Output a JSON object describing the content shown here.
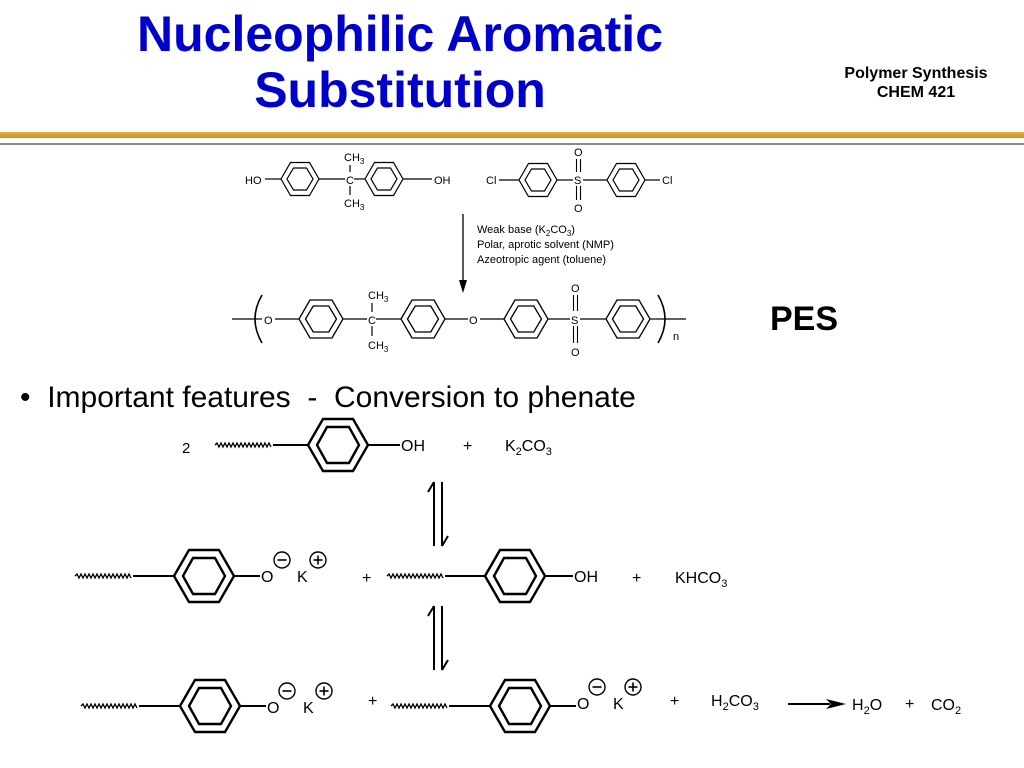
{
  "title_line1": "Nucleophilic Aromatic",
  "title_line2": "Substitution",
  "course_line1": "Polymer Synthesis",
  "course_line2": "CHEM 421",
  "bullet_symbol": "•",
  "bullet_text": "Important features  -  Conversion to phenate",
  "labels": {
    "ho": "HO",
    "oh": "OH",
    "c": "C",
    "ch": "CH",
    "sub3": "3",
    "cl": "Cl",
    "s": "S",
    "o": "O",
    "n": "n",
    "pes": "PES",
    "k": "K",
    "two": "2",
    "plus": "+",
    "khco": "KHCO",
    "k2co3_k": "K",
    "k2co3_co": "CO",
    "sub2": "2",
    "h": "H",
    "co": "CO"
  },
  "conditions": {
    "line1_pre": "Weak base (K",
    "line1_mid": "CO",
    "line1_post": ")",
    "line2": "Polar, aprotic solvent (NMP)",
    "line3": "Azeotropic agent (toluene)"
  },
  "colors": {
    "title": "#0000cc",
    "rule_gold": "#d8a634",
    "rule_gray": "#8a8a8a"
  }
}
